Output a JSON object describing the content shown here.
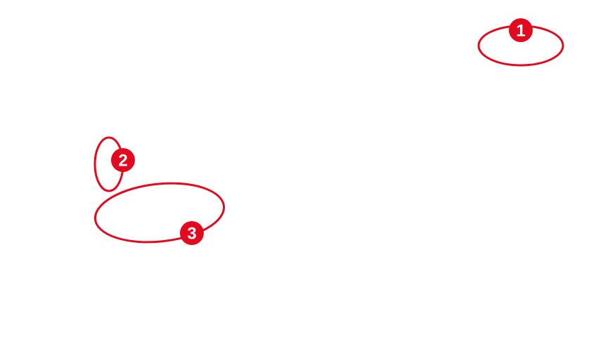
{
  "accent_color": "#e20a1e",
  "annotations": [
    {
      "label": "1"
    },
    {
      "label": "2"
    },
    {
      "label": "3"
    }
  ]
}
